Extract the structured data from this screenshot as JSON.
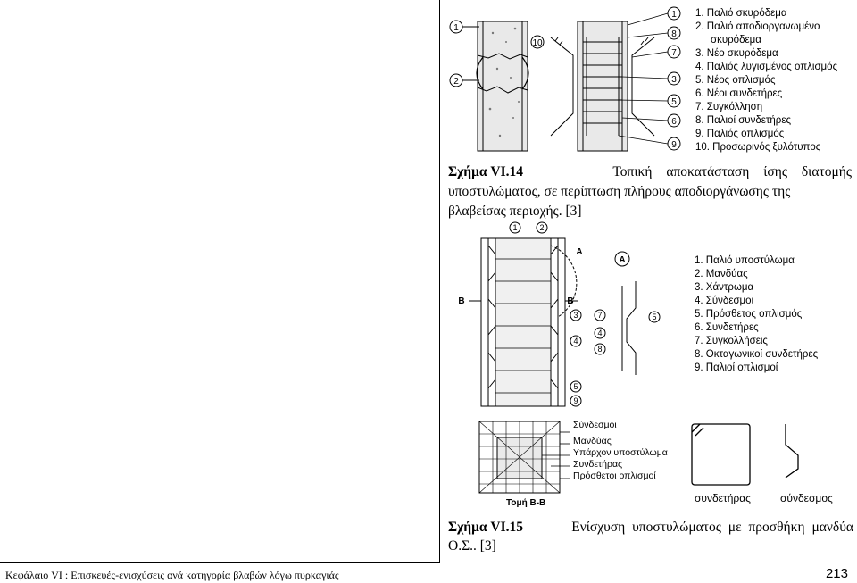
{
  "fig14": {
    "legend": [
      "1. Παλιό σκυρόδεμα",
      "2. Παλιό αποδιοργανωμένο",
      "σκυρόδεμα",
      "3. Νέο σκυρόδεμα",
      "4. Παλιός λυγισμένος οπλισμός",
      "5. Νέος οπλισμός",
      "6. Νέοι συνδετήρες",
      "7. Συγκόλληση",
      "8. Παλιοί συνδετήρες",
      "9. Παλιός οπλισμός",
      "10. Προσωρινός ξυλότυπος"
    ],
    "caption_label": "Σχήμα VI.14",
    "caption_line1": "Τοπική αποκατάσταση ίσης διατομής",
    "caption_line2": "υποστυλώματος, σε περίπτωση πλήρους αποδιοργάνωσης της",
    "caption_line3": "βλαβείσας περιοχής. [3]",
    "callouts": [
      "1",
      "2",
      "10",
      "1",
      "8",
      "7",
      "3",
      "5",
      "6",
      "9"
    ]
  },
  "fig15": {
    "legend": [
      "1. Παλιό υποστύλωμα",
      "2. Μανδύας",
      "3. Χάντρωμα",
      "4. Σύνδεσμοι",
      "5. Πρόσθετος οπλισμός",
      "6. Συνδετήρες",
      "7. Συγκολλήσεις",
      "8. Οκταγωνικοί συνδετήρες",
      "9. Παλιοί οπλισμοί"
    ],
    "elevation_callouts": [
      "1",
      "2",
      "A",
      "B",
      "B",
      "3",
      "4",
      "5",
      "9"
    ],
    "detail_label": "A",
    "detail_callouts": [
      "7",
      "4",
      "8",
      "5"
    ],
    "section_labels": [
      "Σύνδεσμοι",
      "Μανδύας",
      "Υπάρχον υποστύλωμα",
      "Συνδετήρας",
      "Πρόσθετοι οπλισμοί"
    ],
    "section_title": "Τομή Β-Β",
    "label_tie": "συνδετήρας",
    "label_link": "σύνδεσμος",
    "caption_label": "Σχήμα VI.15",
    "caption_line1": "Ενίσχυση υποστυλώματος με προσθήκη μανδύα",
    "caption_line2": "Ο.Σ.. [3]"
  },
  "footer": {
    "chapter": "Κεφάλαιο VI : Επισκευές-ενισχύσεις ανά κατηγορία βλαβών λόγω πυρκαγιάς",
    "page": "213"
  }
}
